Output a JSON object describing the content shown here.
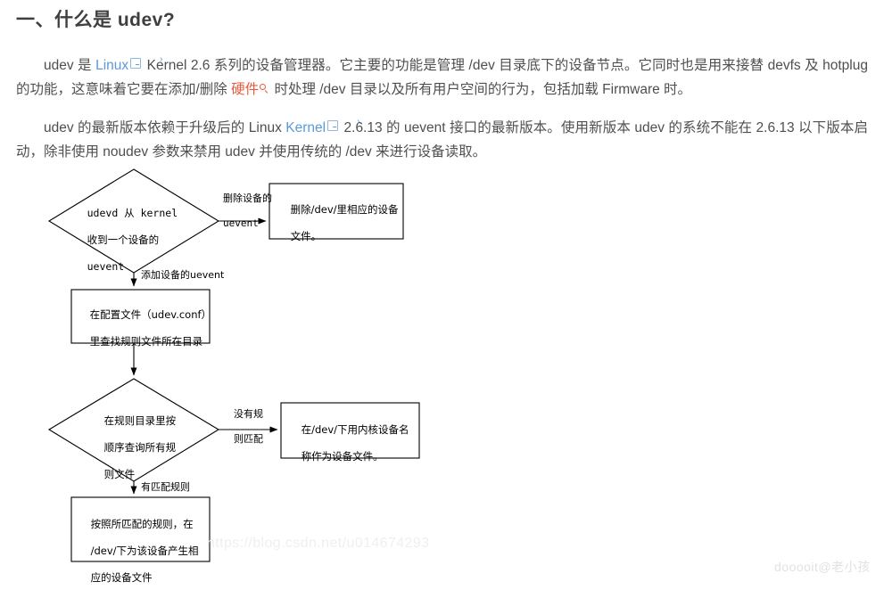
{
  "article": {
    "title": "一、什么是 udev?",
    "paragraphs": [
      {
        "id": "p1",
        "segments": [
          {
            "type": "text",
            "value": "udev 是 "
          },
          {
            "type": "link",
            "value": "Linux"
          },
          {
            "type": "link-badge",
            "value": "external-link-icon"
          },
          {
            "type": "text",
            "value": " Kernel 2.6 系列的设备管理器。它主要的功能是管理 /dev 目录底下的设备节点。它同时也是用来接替 devfs 及 hotplug 的功能，这意味着它要在添加/删除 "
          },
          {
            "type": "keyword",
            "value": "硬件"
          },
          {
            "type": "magnifier",
            "value": "search-icon"
          },
          {
            "type": "text",
            "value": " 时处理 /dev 目录以及所有用户空间的行为，包括加载 Firmware 时。"
          }
        ]
      },
      {
        "id": "p2",
        "segments": [
          {
            "type": "text",
            "value": "udev 的最新版本依赖于升级后的 Linux "
          },
          {
            "type": "link",
            "value": "Kernel"
          },
          {
            "type": "link-badge",
            "value": "external-link-icon"
          },
          {
            "type": "text",
            "value": " 2.6.13 的 uevent 接口的最新版本。使用新版本 udev 的系统不能在 2.6.13 以下版本启动，除非使用 noudev 参数来禁用 udev 并使用传统的 /dev 来进行设备读取。"
          }
        ]
      }
    ]
  },
  "colors": {
    "link": "#5b9ad5",
    "keyword": "#e8593c",
    "heading": "#3f3f3f",
    "body": "#4f4f4f",
    "diagram_stroke": "#000000",
    "watermark": "#efefef"
  },
  "flowchart": {
    "nodes": [
      {
        "name": "decision-receive-uevent",
        "shape": "diamond",
        "lines": [
          "udevd 从 kernel",
          "收到一个设备的",
          "uevent"
        ]
      },
      {
        "name": "process-delete-device-file",
        "shape": "rect",
        "lines": [
          "删除/dev/里相应的设备",
          "文件。"
        ]
      },
      {
        "name": "process-find-rules-dir",
        "shape": "rect",
        "lines": [
          "在配置文件（udev.conf）",
          "里查找规则文件所在目录"
        ]
      },
      {
        "name": "decision-query-rules",
        "shape": "diamond",
        "lines": [
          "在规则目录里按",
          "顺序查询所有规",
          "则文件"
        ]
      },
      {
        "name": "process-use-kernel-name",
        "shape": "rect",
        "lines": [
          "在/dev/下用内核设备名",
          "称作为设备文件。"
        ]
      },
      {
        "name": "process-create-by-rule",
        "shape": "rect",
        "lines": [
          "按照所匹配的规则，在",
          "/dev/下为该设备产生相",
          "应的设备文件"
        ]
      }
    ],
    "edges": [
      {
        "name": "edge-delete-uevent",
        "lines": [
          "删除设备的",
          "uevent"
        ]
      },
      {
        "name": "edge-add-uevent",
        "lines": [
          "添加设备的uevent"
        ]
      },
      {
        "name": "edge-no-rule-match",
        "lines": [
          "没有规",
          "则匹配"
        ]
      },
      {
        "name": "edge-rule-match",
        "lines": [
          "有匹配规则"
        ]
      }
    ]
  },
  "watermarks": {
    "url": "https://blog.csdn.net/u014674293",
    "author": "dooooit@老小孩"
  }
}
